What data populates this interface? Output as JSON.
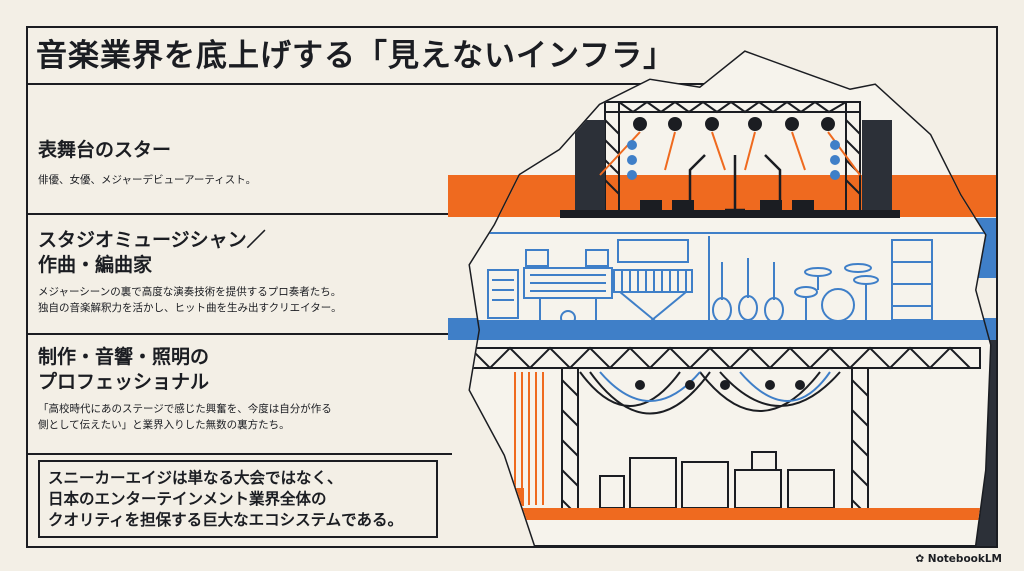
{
  "title": "音楽業界を底上げする「見えないインフラ」",
  "sections": [
    {
      "heading": "表舞台のスター",
      "lines": [
        "俳優、女優、メジャーデビューアーティスト。"
      ]
    },
    {
      "heading_lines": [
        "スタジオミュージシャン／",
        "作曲・編曲家"
      ],
      "lines": [
        "メジャーシーンの裏で高度な演奏技術を提供するプロ奏者たち。",
        "独自の音楽解釈力を活かし、ヒット曲を生み出すクリエイター。"
      ]
    },
    {
      "heading_lines": [
        "制作・音響・照明の",
        "プロフェッショナル"
      ],
      "lines": [
        "「高校時代にあのステージで感じた興奮を、今度は自分が作る",
        "側として伝えたい」と業界入りした無数の裏方たち。"
      ]
    }
  ],
  "summary_lines": [
    "スニーカーエイジは単なる大会ではなく、",
    "日本のエンターテインメント業界全体の",
    "クオリティを担保する巨大なエコシステムである。"
  ],
  "logo": "NotebookLM",
  "colors": {
    "ink": "#1b1d22",
    "orange": "#ef6a1f",
    "blue": "#3f7fc8",
    "paper": "#f3efe6",
    "rock": "#2c3038"
  },
  "icons": [
    "stage-lights-icon",
    "microphone-icon",
    "mixing-console-icon",
    "keyboard-icon",
    "guitar-icon",
    "drum-kit-icon",
    "truss-icon",
    "cable-coil-icon",
    "flight-case-icon",
    "notebooklm-logo-icon"
  ]
}
